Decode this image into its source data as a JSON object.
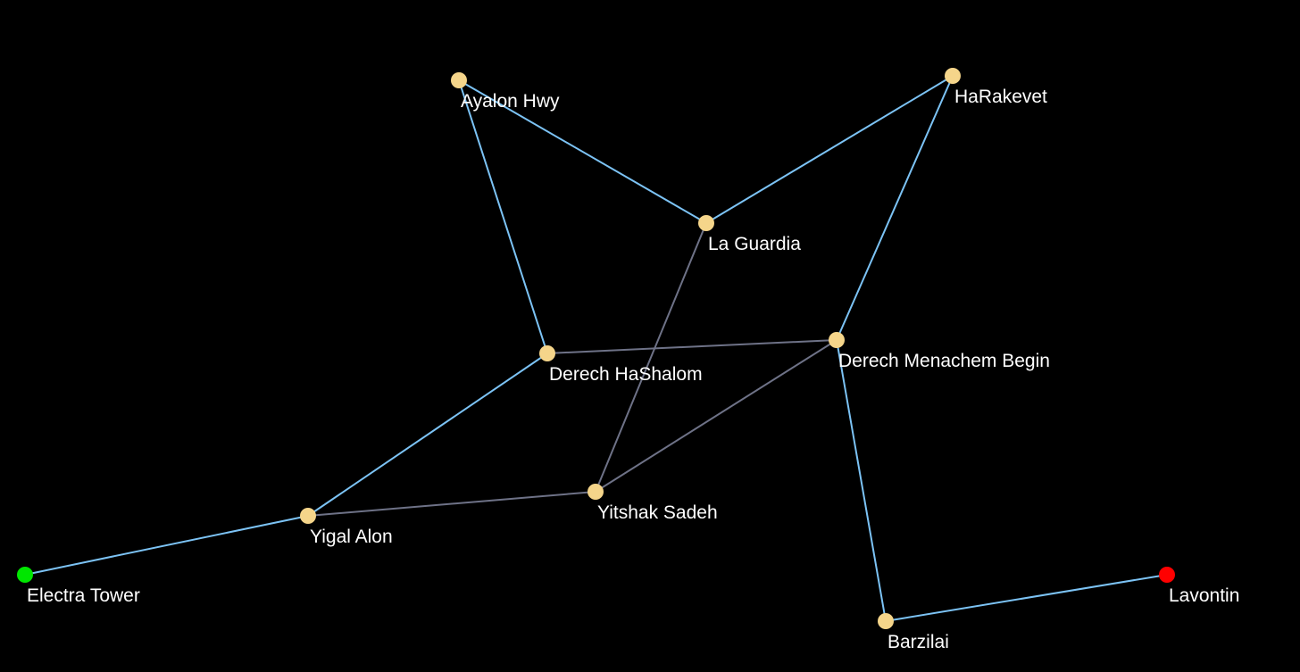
{
  "colors": {
    "background": "#000000",
    "route_edge": "#7cc3f5",
    "other_edge": "#6e7287",
    "node": "#f5d58a",
    "start_node": "#00e600",
    "end_node": "#ff0000",
    "label": "#ffffff"
  },
  "graph": {
    "nodes": [
      {
        "id": "ayalon",
        "label": "Ayalon Hwy",
        "role": "normal"
      },
      {
        "id": "harakevet",
        "label": "HaRakevet",
        "role": "normal"
      },
      {
        "id": "laguardia",
        "label": "La Guardia",
        "role": "normal"
      },
      {
        "id": "hashalom",
        "label": "Derech HaShalom",
        "role": "normal"
      },
      {
        "id": "begin",
        "label": "Derech Menachem Begin",
        "role": "normal"
      },
      {
        "id": "sadeh",
        "label": "Yitshak Sadeh",
        "role": "normal"
      },
      {
        "id": "alon",
        "label": "Yigal Alon",
        "role": "normal"
      },
      {
        "id": "electra",
        "label": "Electra Tower",
        "role": "start"
      },
      {
        "id": "barzilai",
        "label": "Barzilai",
        "role": "normal"
      },
      {
        "id": "lavontin",
        "label": "Lavontin",
        "role": "end"
      }
    ],
    "edges": [
      {
        "from": "ayalon",
        "to": "laguardia",
        "style": "route"
      },
      {
        "from": "ayalon",
        "to": "hashalom",
        "style": "route"
      },
      {
        "from": "laguardia",
        "to": "harakevet",
        "style": "route"
      },
      {
        "from": "harakevet",
        "to": "begin",
        "style": "route"
      },
      {
        "from": "laguardia",
        "to": "sadeh",
        "style": "other"
      },
      {
        "from": "hashalom",
        "to": "begin",
        "style": "other"
      },
      {
        "from": "begin",
        "to": "sadeh",
        "style": "other"
      },
      {
        "from": "hashalom",
        "to": "alon",
        "style": "route"
      },
      {
        "from": "alon",
        "to": "sadeh",
        "style": "other"
      },
      {
        "from": "electra",
        "to": "alon",
        "style": "route"
      },
      {
        "from": "begin",
        "to": "barzilai",
        "style": "route"
      },
      {
        "from": "barzilai",
        "to": "lavontin",
        "style": "route"
      }
    ]
  }
}
